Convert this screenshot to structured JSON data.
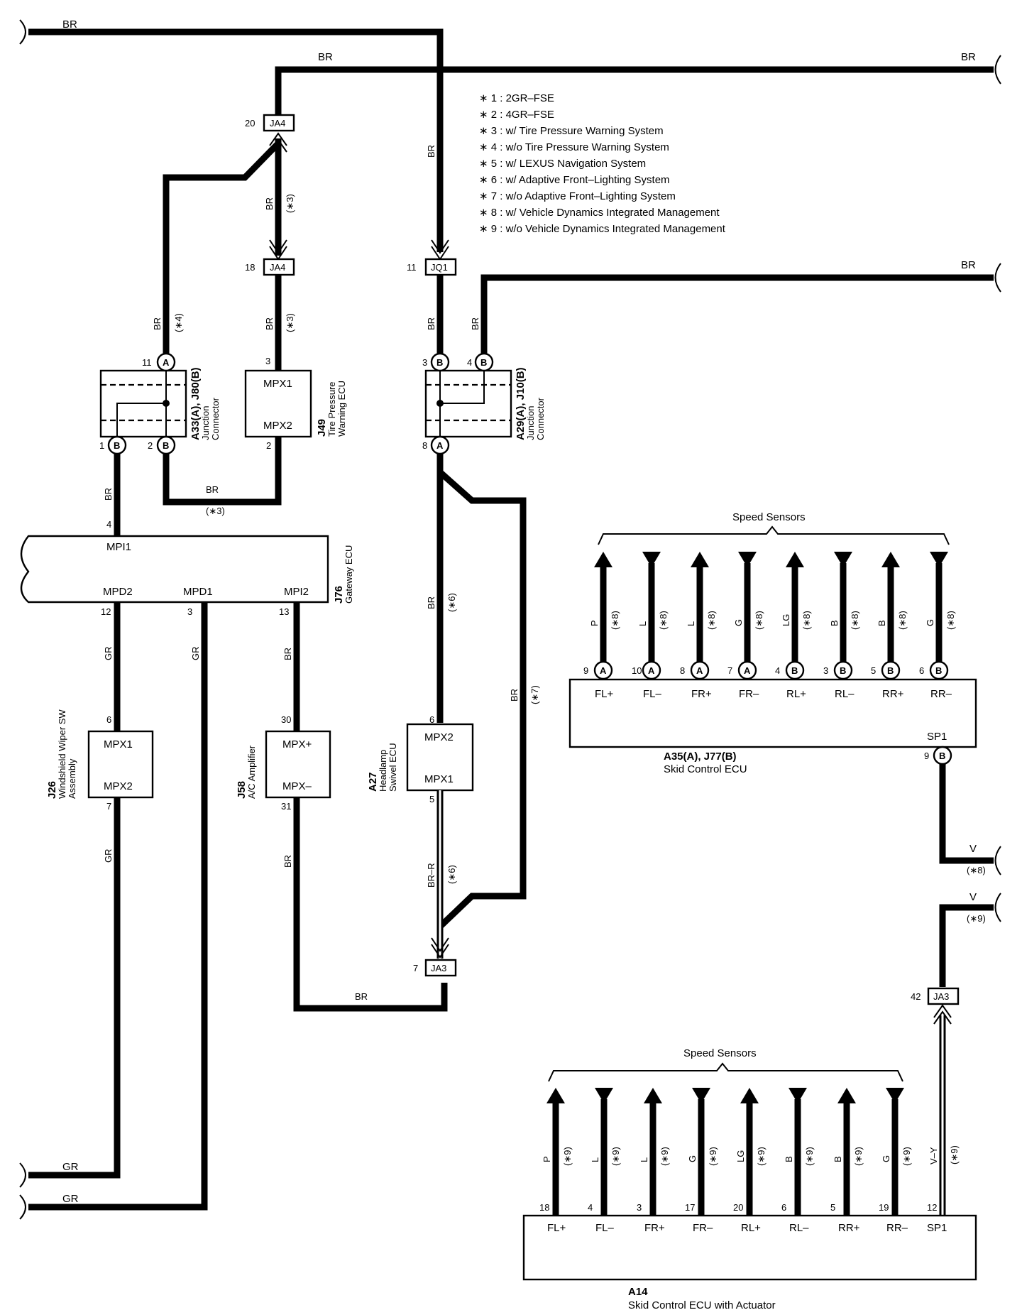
{
  "notes": [
    "∗ 1 : 2GR–FSE",
    "∗ 2 : 4GR–FSE",
    "∗ 3 : w/ Tire Pressure Warning System",
    "∗ 4 : w/o Tire Pressure Warning System",
    "∗ 5 : w/ LEXUS Navigation System",
    "∗ 6 : w/ Adaptive Front–Lighting System",
    "∗ 7 : w/o Adaptive Front–Lighting System",
    "∗ 8 : w/ Vehicle Dynamics Integrated Management",
    "∗ 9 : w/o Vehicle Dynamics Integrated Management"
  ],
  "wire_labels": {
    "br": "BR",
    "gr": "GR",
    "v": "V",
    "br_r": "BR–R",
    "v_y": "V–Y",
    "p": "P",
    "l": "L",
    "g": "G",
    "lg": "LG",
    "b": "B"
  },
  "conditions": {
    "c3": "(∗3)",
    "c4": "(∗4)",
    "c6": "(∗6)",
    "c7": "(∗7)",
    "c8": "(∗8)",
    "c9": "(∗9)"
  },
  "connectors": {
    "ja4": "JA4",
    "jq1": "JQ1",
    "ja3": "JA3"
  },
  "pins": {
    "p20": "20",
    "p18": "18",
    "p11": "11",
    "p3": "3",
    "p4": "4",
    "p1": "1",
    "p2": "2",
    "p8": "8",
    "p12": "12",
    "p13": "13",
    "p6": "6",
    "p7": "7",
    "p30": "30",
    "p31": "31",
    "p5": "5",
    "p9": "9",
    "p10": "10",
    "p42": "42",
    "p17": "17",
    "p19": "19"
  },
  "pin_letters": {
    "a": "A",
    "b": "B"
  },
  "components": {
    "a33": {
      "code": "A33(A), J80(B)",
      "name_1": "Junction",
      "name_2": "Connector"
    },
    "a29": {
      "code": "A29(A), J10(B)",
      "name_1": "Junction",
      "name_2": "Connector"
    },
    "j49": {
      "code": "J49",
      "name_1": "Tire Pressure",
      "name_2": "Warning ECU",
      "pin_top": "MPX1",
      "pin_bottom": "MPX2"
    },
    "j76": {
      "code": "J76",
      "name": "Gateway ECU",
      "mpi1": "MPI1",
      "mpd2": "MPD2",
      "mpd1": "MPD1",
      "mpi2": "MPI2"
    },
    "j26": {
      "code": "J26",
      "name_1": "Windshield Wiper SW",
      "name_2": "Assembly",
      "pin_top": "MPX1",
      "pin_bottom": "MPX2"
    },
    "j58": {
      "code": "J58",
      "name": "A/C Amplifier",
      "pin_top": "MPX+",
      "pin_bottom": "MPX–"
    },
    "a27": {
      "code": "A27",
      "name_1": "Headlamp",
      "name_2": "Swivel ECU",
      "pin_top": "MPX2",
      "pin_bottom": "MPX1"
    },
    "a35": {
      "code": "A35(A), J77(B)",
      "name": "Skid Control ECU"
    },
    "a14": {
      "code": "A14",
      "name": "Skid Control ECU with Actuator"
    }
  },
  "ecu_pins": {
    "fl_p": "FL+",
    "fl_m": "FL–",
    "fr_p": "FR+",
    "fr_m": "FR–",
    "rl_p": "RL+",
    "rl_m": "RL–",
    "rr_p": "RR+",
    "rr_m": "RR–",
    "sp1": "SP1"
  },
  "speed_sensors": "Speed Sensors"
}
